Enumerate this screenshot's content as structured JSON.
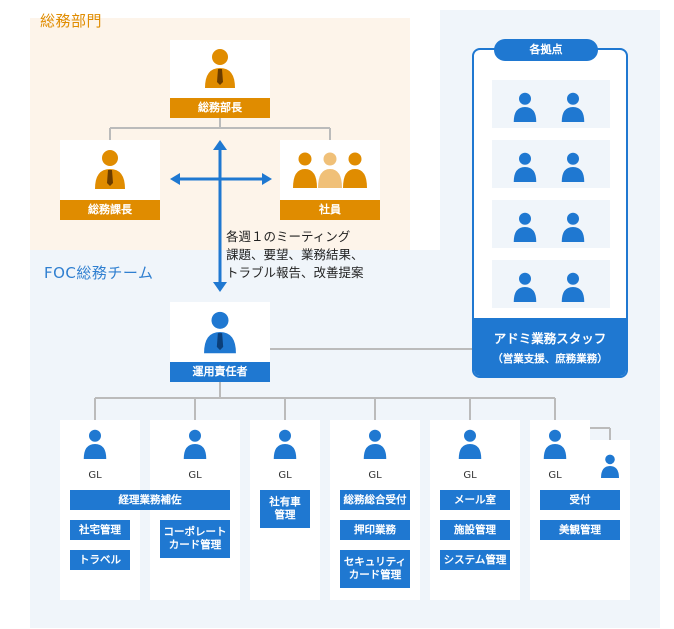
{
  "soumu": {
    "title": "総務部門",
    "head_label": "総務部長",
    "manager_label": "総務課長",
    "staff_label": "社員"
  },
  "meeting_note": [
    "各週１のミーティング",
    "課題、要望、業務結果、",
    "トラブル報告、改善提案"
  ],
  "foc": {
    "title": "FOC総務チーム",
    "lead_label": "運用責任者",
    "gl_label": "GL",
    "group1_header": "経理業務補佐",
    "group1_tasks": [
      "社宅管理",
      "トラベル"
    ],
    "group2_tasks": [
      "コーポレート\nカード管理"
    ],
    "group3_tasks": [
      "社有車\n管理"
    ],
    "group4_tasks": [
      "総務総合受付",
      "押印業務",
      "セキュリティ\nカード管理"
    ],
    "group5_tasks": [
      "メール室",
      "施設管理",
      "システム管理"
    ],
    "group6_tasks": [
      "受付",
      "美観管理"
    ]
  },
  "admin": {
    "pill": "各拠点",
    "footer_title": "アドミ業務スタッフ",
    "footer_sub": "（営業支援、庶務業務）"
  },
  "colors": {
    "orange": "#e08c00",
    "blue": "#1f78d1",
    "gray_line": "#bbbbbb"
  },
  "icons": {
    "person": "person-icon"
  }
}
